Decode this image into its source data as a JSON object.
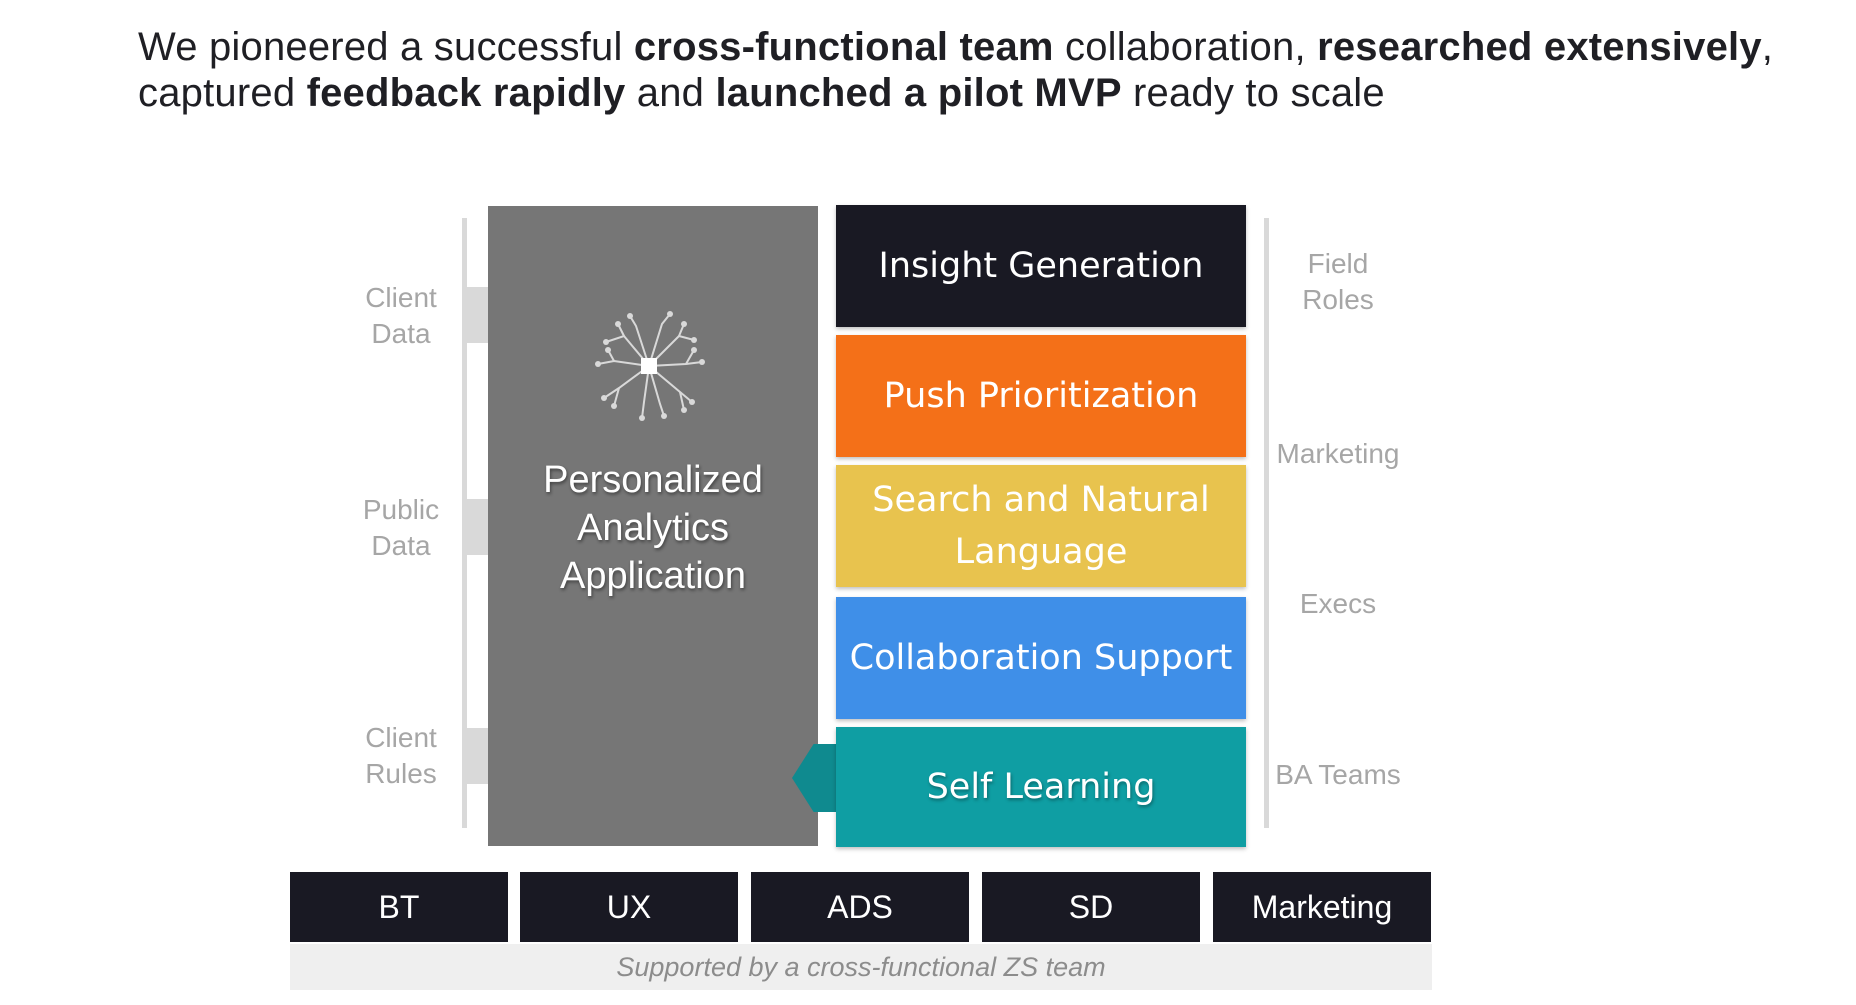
{
  "headline": {
    "t1": "We pioneered a successful ",
    "b1": "cross-functional team",
    "t2": " collaboration, ",
    "b2": "researched extensively",
    "t3": ", captured ",
    "b3": "feedback rapidly",
    "t4": " and ",
    "b4": "launched a pilot MVP",
    "t5": " ready to scale"
  },
  "inputs": [
    {
      "line1": "Client",
      "line2": "Data"
    },
    {
      "line1": "Public",
      "line2": "Data"
    },
    {
      "line1": "Client",
      "line2": "Rules"
    }
  ],
  "app": {
    "line1": "Personalized",
    "line2": "Analytics",
    "line3": "Application",
    "icon": "brain-circuit-icon"
  },
  "capabilities": [
    {
      "line1": "Insight Generation",
      "line2": "",
      "bg": "#191923",
      "fg": "#ffffff"
    },
    {
      "line1": "Push Prioritization",
      "line2": "",
      "bg": "#f47018",
      "fg": "#ffffff"
    },
    {
      "line1": "Search and Natural",
      "line2": "Language",
      "bg": "#e8c34e",
      "fg": "#ffffff"
    },
    {
      "line1": "Collaboration Support",
      "line2": "",
      "bg": "#3f8fe8",
      "fg": "#ffffff"
    },
    {
      "line1": "Self Learning",
      "line2": "",
      "bg": "#0f9ea3",
      "fg": "#ffffff"
    }
  ],
  "audiences": [
    {
      "line1": "Field",
      "line2": "Roles"
    },
    {
      "line1": "Marketing",
      "line2": ""
    },
    {
      "line1": "Execs",
      "line2": ""
    },
    {
      "line1": "BA Teams",
      "line2": ""
    }
  ],
  "teams": [
    "BT",
    "UX",
    "ADS",
    "SD",
    "Marketing"
  ],
  "support_text": "Supported by a cross-functional ZS team"
}
